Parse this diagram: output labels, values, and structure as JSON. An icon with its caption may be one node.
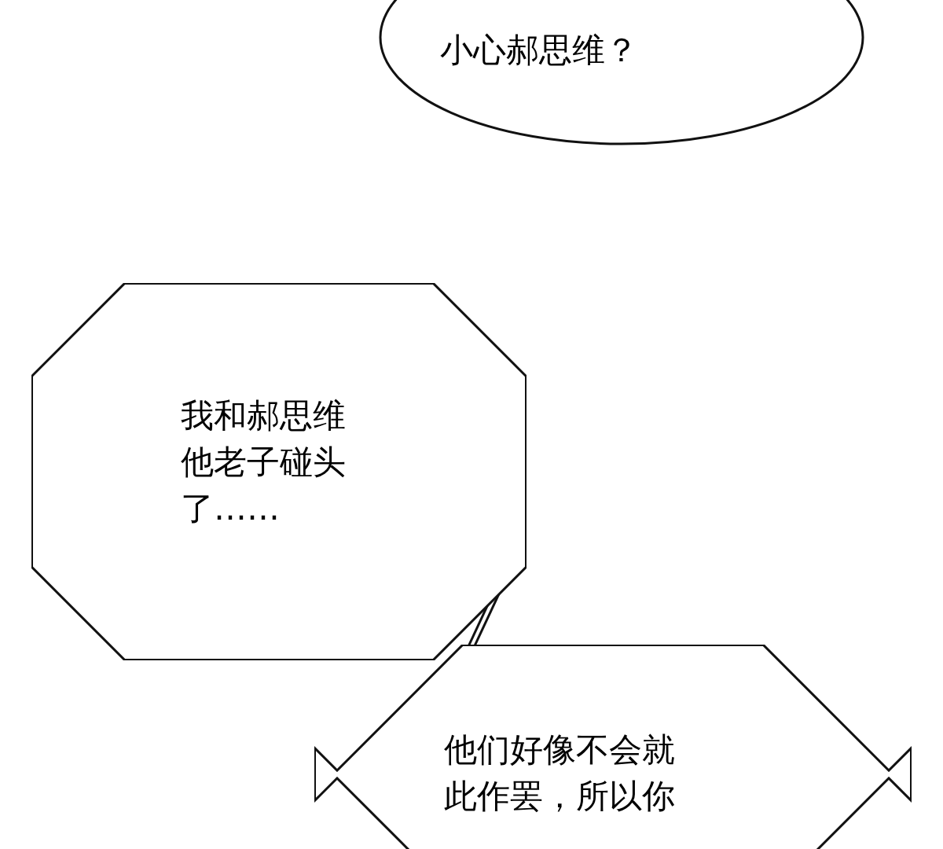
{
  "diagram": {
    "nodes": [
      {
        "text": [
          "小心郝思维？"
        ]
      },
      {
        "text": [
          "我和郝思维他老子碰头了……"
        ]
      },
      {
        "text": [
          "他们好像不会就此作罢，所以你"
        ]
      }
    ],
    "edges": [
      {
        "from": 1,
        "to": 2,
        "arrow": "none"
      }
    ]
  }
}
